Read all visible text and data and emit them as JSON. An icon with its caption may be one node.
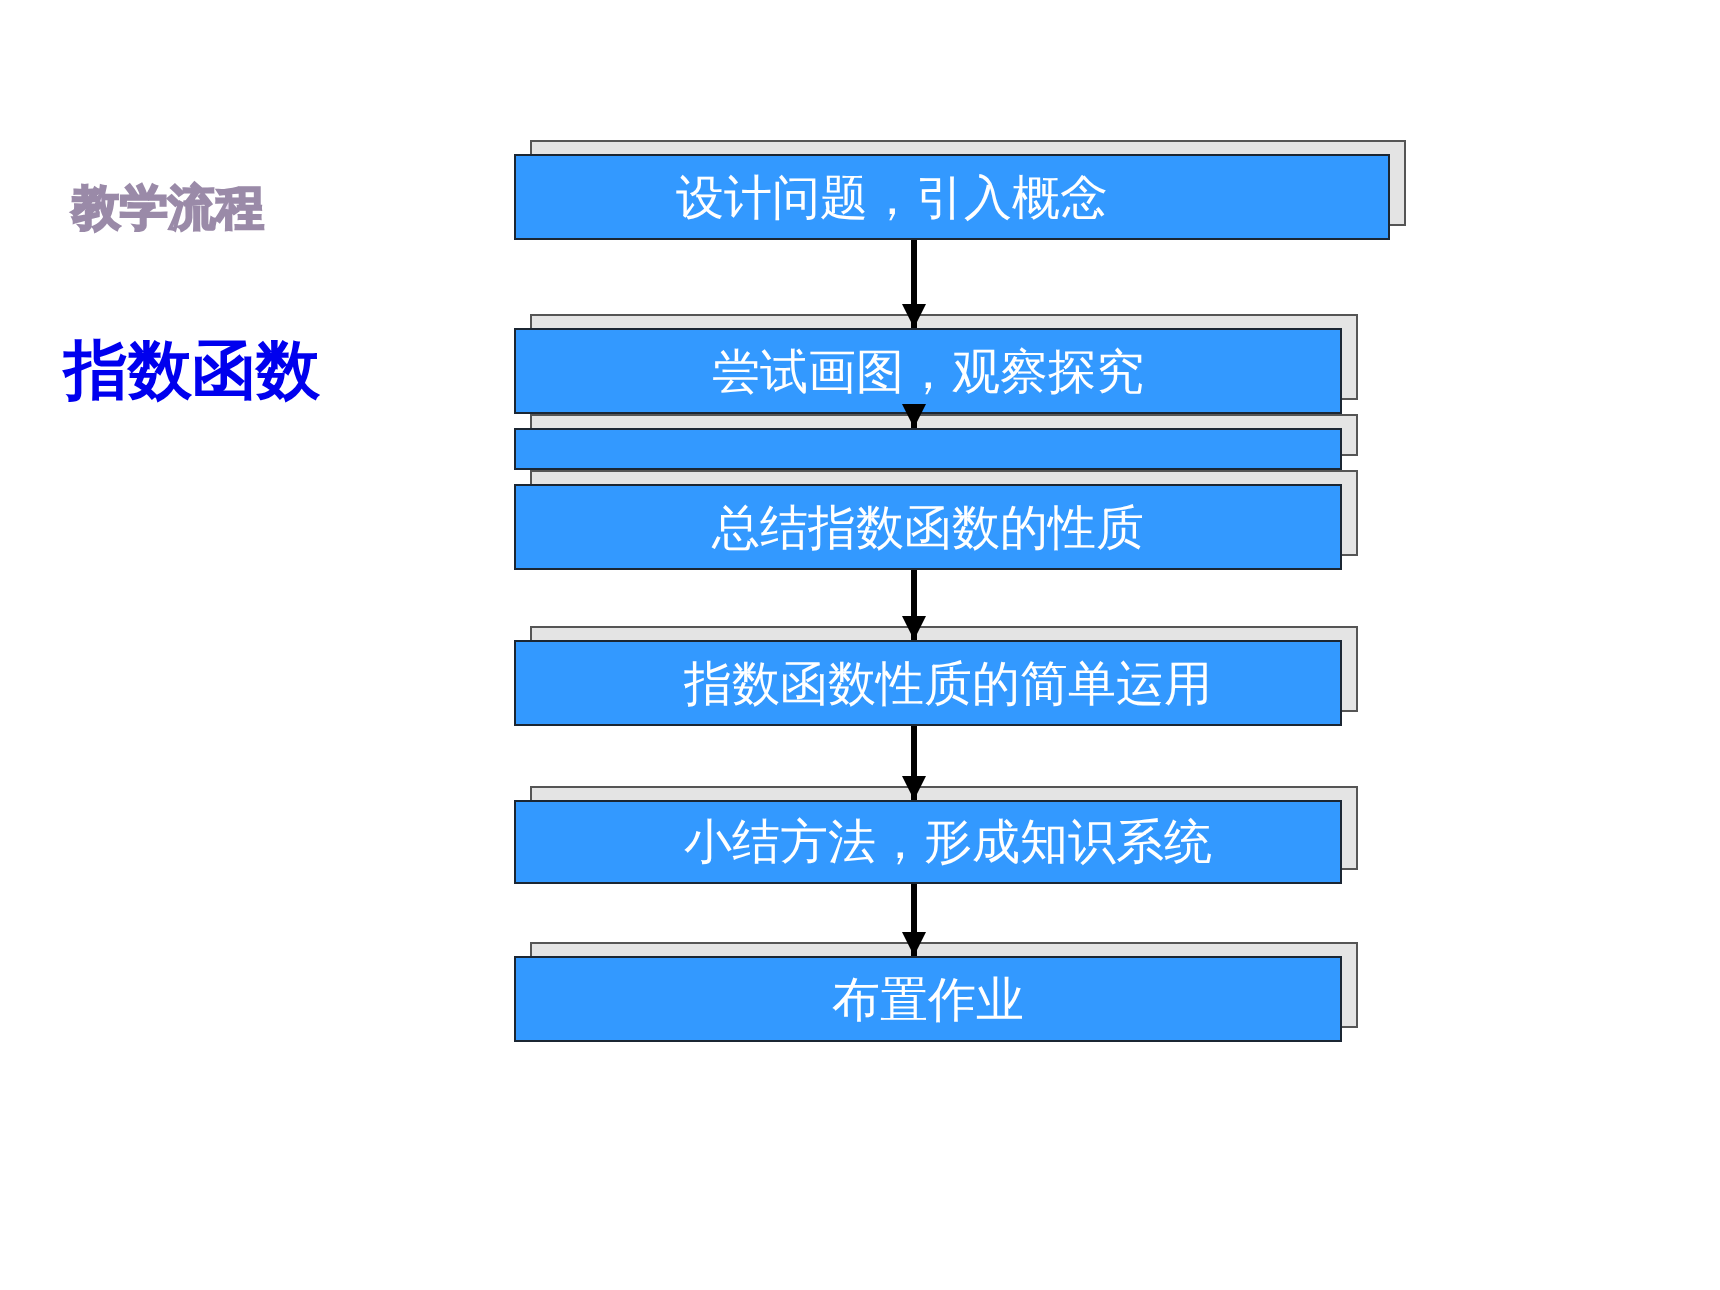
{
  "diagram": {
    "nodes": [
      {
        "text": [
          "设计问题，引入概念"
        ]
      },
      {
        "text": [
          "尝试画图，观察探究"
        ]
      },
      {
        "text": [],
        "shape": "box"
      },
      {
        "text": [
          "总结指数函数的性质"
        ]
      },
      {
        "text": [
          "指数函数性质的简单运用"
        ]
      },
      {
        "text": [
          "小结方法，形成知识系统"
        ]
      },
      {
        "text": [
          "布置作业"
        ]
      }
    ],
    "edges": [
      {
        "from": 0,
        "to": 1,
        "arrow": "to"
      },
      {
        "from": 1,
        "to": 2,
        "arrow": "to"
      },
      {
        "from": 3,
        "to": 4,
        "arrow": "to"
      },
      {
        "from": 4,
        "to": 5,
        "arrow": "to"
      },
      {
        "from": 5,
        "to": 6,
        "arrow": "to"
      }
    ],
    "labels": [
      "教学流程",
      "指数函数"
    ]
  }
}
